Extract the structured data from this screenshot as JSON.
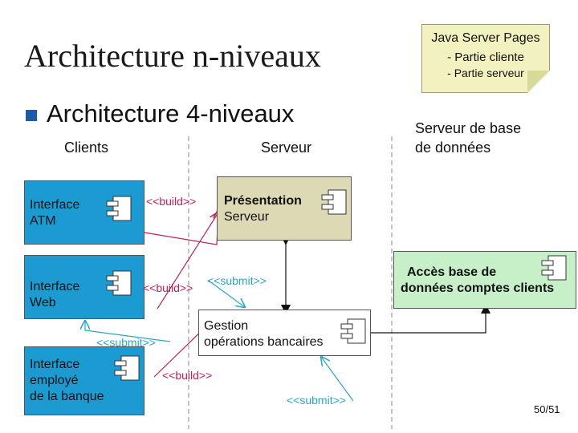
{
  "title": "Architecture n-niveaux",
  "note": {
    "line1": "Java Server Pages",
    "line2": "- Partie cliente",
    "line3": "- Partie serveur"
  },
  "bullet": "Architecture 4-niveaux",
  "columns": {
    "clients": "Clients",
    "serveur": "Serveur",
    "db_line1": "Serveur de base",
    "db_line2": "de données"
  },
  "components": {
    "atm": {
      "line1": "Interface",
      "line2": "ATM"
    },
    "web": {
      "line1": "Interface",
      "line2": "Web"
    },
    "employe": {
      "line1": "Interface",
      "line2": "employé",
      "line3": "de la banque"
    },
    "presentation": {
      "line1": "Présentation",
      "line2": "Serveur"
    },
    "gestion": {
      "line1": "Gestion",
      "line2": "opérations bancaires"
    },
    "acces": {
      "line1": "Accès base de",
      "line2": "données comptes clients"
    }
  },
  "stereotypes": {
    "build1": "<<build>>",
    "build2": "<<build>>",
    "build3": "<<build>>",
    "submit1": "<<submit>>",
    "submit2": "<<submit>>",
    "submit3": "<<submit>>"
  },
  "page_number": "50/51",
  "colors": {
    "client_box": "#1b9bd1",
    "presentation_box": "#ddd9b4",
    "gestion_box": "#ffffff",
    "acces_box": "#c8f0c8",
    "build": "#c0205a",
    "submit": "#2aa6c4"
  }
}
